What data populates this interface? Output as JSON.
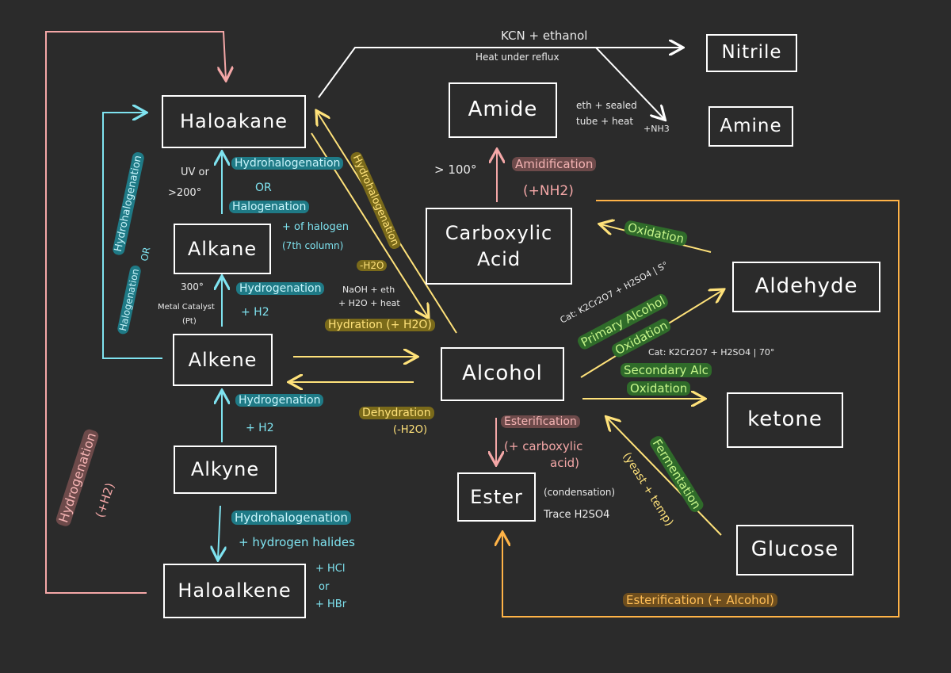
{
  "nodes": {
    "haloalkane": "Haloakane",
    "alkane": "Alkane",
    "alkene": "Alkene",
    "alkyne": "Alkyne",
    "haloalkene": "Haloalkene",
    "nitrile": "Nitrile",
    "amine": "Amine",
    "amide": "Amide",
    "carboxylic_acid_1": "Carboxylic",
    "carboxylic_acid_2": "Acid",
    "alcohol": "Alcohol",
    "aldehyde": "Aldehyde",
    "ketone": "ketone",
    "ester": "Ester",
    "glucose": "Glucose"
  },
  "labels": {
    "kcn": "KCN + ethanol",
    "reflux": "Heat under reflux",
    "eth_sealed_1": "eth + sealed",
    "eth_sealed_2": "tube + heat",
    "nh3": "+NH3",
    "over100": "> 100°",
    "amidification": "Amidification",
    "plus_nh2": "(+NH2)",
    "oxidation": "Oxidation",
    "cat1": "Cat: K2Cr2O7 + H2SO4 | S°",
    "primary_alc": "Primary Alcohol",
    "primary_ox": "Oxidation",
    "cat2": "Cat: K2Cr2O7 + H2SO4 | 70°",
    "secondary_alc": "Secondary Alc",
    "secondary_ox": "Oxidation",
    "hydrohalogenation_top": "Hydrohalogenation",
    "or_top": "OR",
    "halogenation_top": "Halogenation",
    "uv_or": "UV or",
    "over200": ">200°",
    "of_halogen": "+ of halogen",
    "column7": "(7th column)",
    "hydrohalogenation_diag": "Hydrohalogenation",
    "minus_h2o": "-H2O",
    "naoh_1": "NaOH + eth",
    "naoh_2": "+ H2O + heat",
    "hydration": "Hydration (+ H2O)",
    "deg300": "300°",
    "metal_cat_1": "Metal Catalyst",
    "metal_cat_2": "(Pt)",
    "hydrogenation_1": "Hydrogenation",
    "plus_h2_1": "+ H2",
    "hydrogenation_2": "Hydrogenation",
    "plus_h2_2": "+ H2",
    "dehydration": "Dehydration",
    "minus_h2o_2": "(-H2O)",
    "hydrohalogenation_low": "Hydrohalogenation",
    "hydrogen_halides": "+ hydrogen halides",
    "hcl": "+ HCl",
    "or_low": "or",
    "hbr": "+ HBr",
    "left_hydrohalogenation": "Hydrohalogenation",
    "left_or": "OR",
    "left_halogenation": "Halogenation",
    "hydrogenation_far": "Hydrogenation",
    "plus_h2_far": "(+H2)",
    "esterification": "Esterification",
    "plus_carboxylic_1": "(+ carboxylic",
    "plus_carboxylic_2": "acid)",
    "condensation": "(condensation)",
    "trace": "Trace H2SO4",
    "fermentation": "Fermentation",
    "yeast": "(yeast + temp)",
    "esterification_alcohol": "Esterification (+ Alcohol)"
  },
  "colors": {
    "background": "#2b2b2b",
    "cyan": "#7fe3f0",
    "yellow": "#ffe27a",
    "pink": "#f4a7a7",
    "green": "#c6f58a",
    "orange": "#ffb347"
  }
}
